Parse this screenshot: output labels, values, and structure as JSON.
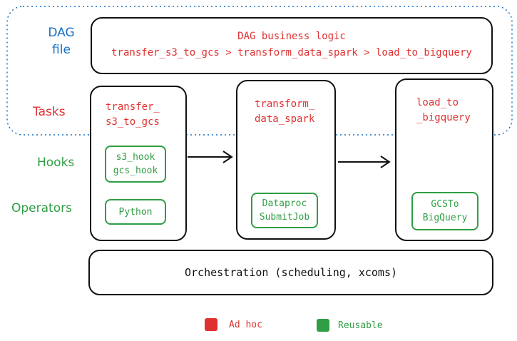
{
  "labels": {
    "dag_file": "DAG\nfile",
    "tasks": "Tasks",
    "hooks": "Hooks",
    "operators": "Operators"
  },
  "dag_box": {
    "title": "DAG business logic",
    "flow": "transfer_s3_to_gcs > transform_data_spark > load_to_bigquery"
  },
  "tasks": [
    {
      "name": "transfer_\ns3_to_gcs",
      "hooks": "s3_hook\ngcs_hook",
      "operator": "Python"
    },
    {
      "name": "transform_\ndata_spark",
      "operator": "Dataproc\nSubmitJob"
    },
    {
      "name": "load_to\n_bigquery",
      "operator": "GCSTo\nBigQuery"
    }
  ],
  "orchestration": "Orchestration (scheduling, xcoms)",
  "legend": [
    {
      "label": "Ad hoc",
      "color": "#e03131"
    },
    {
      "label": "Reusable",
      "color": "#2f9e44"
    }
  ],
  "colors": {
    "ad_hoc": "#e03131",
    "reusable": "#2f9e44",
    "dag_boundary": "#1971c2",
    "outline": "#111111"
  }
}
